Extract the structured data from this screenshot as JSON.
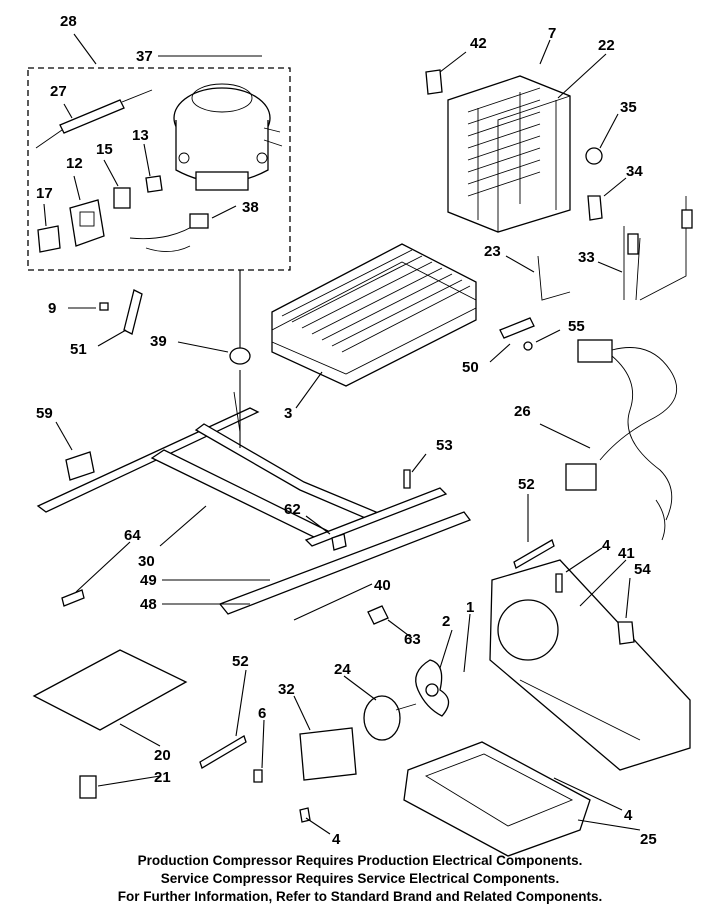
{
  "callouts": {
    "c28": "28",
    "c37": "37",
    "c27": "27",
    "c13": "13",
    "c15": "15",
    "c12": "12",
    "c17": "17",
    "c38": "38",
    "c42": "42",
    "c7": "7",
    "c22": "22",
    "c35": "35",
    "c34": "34",
    "c23": "23",
    "c33": "33",
    "c9": "9",
    "c51": "51",
    "c39": "39",
    "c3": "3",
    "c55": "55",
    "c50": "50",
    "c26": "26",
    "c59": "59",
    "c53": "53",
    "c62": "62",
    "c52a": "52",
    "c64": "64",
    "c30": "30",
    "c4a": "4",
    "c41": "41",
    "c54": "54",
    "c49": "49",
    "c40": "40",
    "c48": "48",
    "c63": "63",
    "c2": "2",
    "c1": "1",
    "c52b": "52",
    "c24": "24",
    "c32": "32",
    "c6": "6",
    "c20": "20",
    "c21": "21",
    "c4b": "4",
    "c25": "25",
    "c4c": "4"
  },
  "notes": {
    "line1": "Production Compressor Requires Production Electrical Components.",
    "line2": "Service Compressor Requires Service Electrical Components.",
    "line3": "For Further Information, Refer to Standard Brand and Related Components."
  }
}
